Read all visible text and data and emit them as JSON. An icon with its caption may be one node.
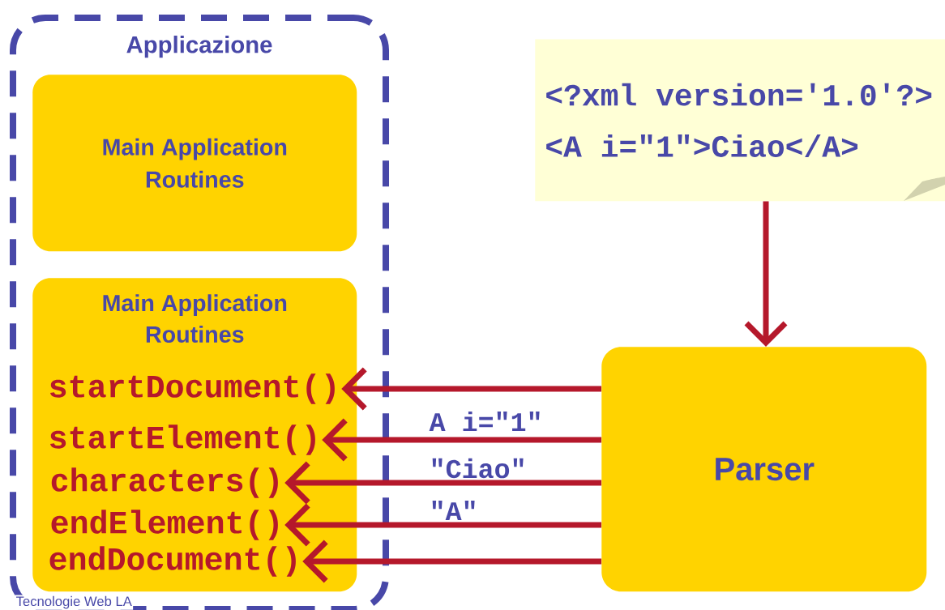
{
  "diagram": {
    "nodes": [
      {
        "text": [
          "Applicazione"
        ]
      },
      {
        "text": [
          "Main Application Routines"
        ],
        "in": 0
      },
      {
        "text": [
          "Main Application Routines"
        ],
        "in": 0
      },
      {
        "text": [
          "startDocument()"
        ],
        "in": 2
      },
      {
        "text": [
          "startElement()"
        ],
        "in": 2
      },
      {
        "text": [
          "characters()"
        ],
        "in": 2
      },
      {
        "text": [
          "endElement()"
        ],
        "in": 2
      },
      {
        "text": [
          "endDocument()"
        ],
        "in": 2
      },
      {
        "text": [
          "<?xml version='1.0'?>",
          "<A i=\"1\">Ciao</A>"
        ]
      },
      {
        "text": [
          "Parser"
        ]
      }
    ],
    "edges": [
      {
        "from": 8,
        "to": 9,
        "arrow": "to"
      },
      {
        "from": 9,
        "to": 3,
        "arrow": "to"
      },
      {
        "from": 9,
        "to": 4,
        "arrow": "to",
        "label": "A i=\"1\""
      },
      {
        "from": 9,
        "to": 5,
        "arrow": "to",
        "label": "\"Ciao\""
      },
      {
        "from": 9,
        "to": 6,
        "arrow": "to",
        "label": "\"A\""
      },
      {
        "from": 9,
        "to": 7,
        "arrow": "to"
      }
    ],
    "labels": [
      "Tecnologie Web LA"
    ]
  }
}
